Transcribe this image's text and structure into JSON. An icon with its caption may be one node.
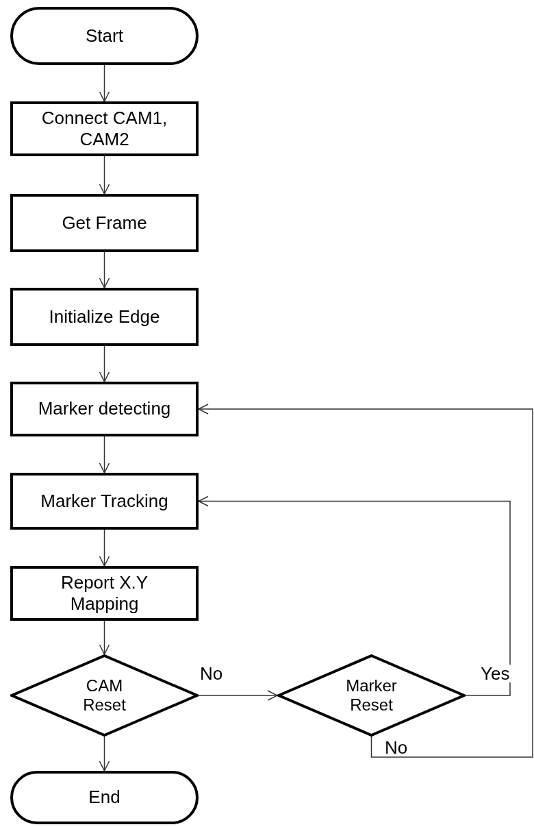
{
  "diagram": {
    "nodes": [
      {
        "text": [
          "Start"
        ]
      },
      {
        "text": [
          "Connect CAM1, CAM2"
        ]
      },
      {
        "text": [
          "Get Frame"
        ]
      },
      {
        "text": [
          "Initialize Edge"
        ]
      },
      {
        "text": [
          "Marker detecting"
        ]
      },
      {
        "text": [
          "Marker Tracking"
        ]
      },
      {
        "text": [
          "Report X.Y Mapping"
        ]
      },
      {
        "text": [
          "CAM Reset"
        ]
      },
      {
        "text": [
          "Marker Reset"
        ]
      },
      {
        "text": [
          "End"
        ]
      }
    ],
    "edges": [
      {
        "from": 0,
        "to": 1,
        "arrow": "to"
      },
      {
        "from": 1,
        "to": 2,
        "arrow": "to"
      },
      {
        "from": 2,
        "to": 3,
        "arrow": "to"
      },
      {
        "from": 3,
        "to": 4,
        "arrow": "to"
      },
      {
        "from": 4,
        "to": 5,
        "arrow": "to"
      },
      {
        "from": 5,
        "to": 6,
        "arrow": "to"
      },
      {
        "from": 6,
        "to": 7,
        "arrow": "to"
      },
      {
        "from": 7,
        "to": 8,
        "arrow": "to",
        "label": "No"
      },
      {
        "from": 8,
        "to": 5,
        "arrow": "to",
        "label": "Yes"
      },
      {
        "from": 8,
        "to": 4,
        "arrow": "to",
        "label": "No"
      },
      {
        "from": 7,
        "to": 9,
        "arrow": "to"
      }
    ]
  }
}
